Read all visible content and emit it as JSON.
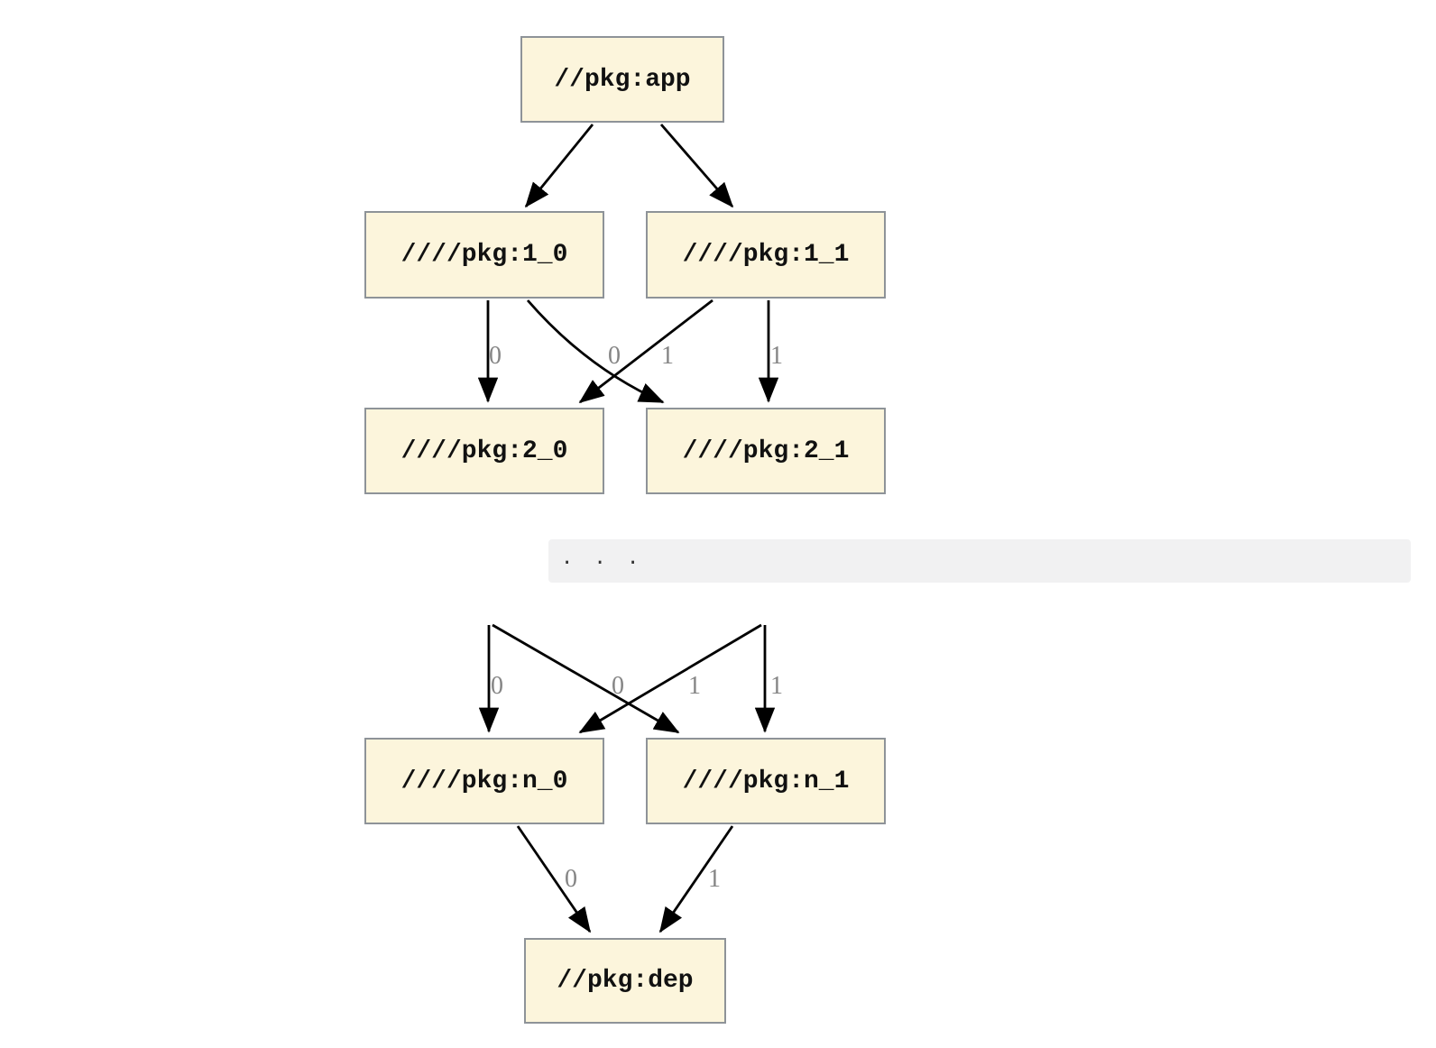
{
  "colors": {
    "node_fill": "#fcf5dc",
    "node_border": "#8e9398",
    "edge": "#000000",
    "edge_label": "#858585",
    "bar_bg": "#f1f1f2",
    "bar_text": "#333333",
    "page_bg": "#ffffff"
  },
  "diagram": {
    "type": "dependency-graph",
    "top_graph": {
      "nodes": {
        "app": "//pkg:app",
        "v1_0": "////pkg:1_0",
        "v1_1": "////pkg:1_1",
        "v2_0": "////pkg:2_0",
        "v2_1": "////pkg:2_1"
      },
      "edges": [
        {
          "from": "//pkg:app",
          "to": "////pkg:1_0",
          "label": ""
        },
        {
          "from": "//pkg:app",
          "to": "////pkg:1_1",
          "label": ""
        },
        {
          "from": "////pkg:1_0",
          "to": "////pkg:2_0",
          "label": "0"
        },
        {
          "from": "////pkg:1_1",
          "to": "////pkg:2_0",
          "label": "0"
        },
        {
          "from": "////pkg:1_0",
          "to": "////pkg:2_1",
          "label": "1"
        },
        {
          "from": "////pkg:1_1",
          "to": "////pkg:2_1",
          "label": "1"
        }
      ]
    },
    "ellipsis": ".  .  .",
    "bottom_graph": {
      "nodes": {
        "vn_0": "////pkg:n_0",
        "vn_1": "////pkg:n_1",
        "dep": "//pkg:dep"
      },
      "edges": [
        {
          "from": "(elided)",
          "to": "////pkg:n_0",
          "label": "0"
        },
        {
          "from": "(elided)",
          "to": "////pkg:n_0",
          "label": "0"
        },
        {
          "from": "(elided)",
          "to": "////pkg:n_1",
          "label": "1"
        },
        {
          "from": "(elided)",
          "to": "////pkg:n_1",
          "label": "1"
        },
        {
          "from": "////pkg:n_0",
          "to": "//pkg:dep",
          "label": "0"
        },
        {
          "from": "////pkg:n_1",
          "to": "//pkg:dep",
          "label": "1"
        }
      ]
    }
  }
}
